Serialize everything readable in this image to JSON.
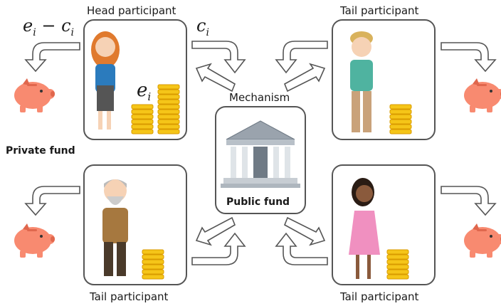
{
  "head": {
    "title": "Head participant",
    "endowment_label": "e",
    "endowment_sub": "i"
  },
  "contribution": {
    "label": "c",
    "sub": "i"
  },
  "private_flow": {
    "label": "e",
    "sub1": "i",
    "op": "−",
    "label2": "c",
    "sub2": "i"
  },
  "private_fund_label": "Private fund",
  "mechanism": {
    "title": "Mechanism",
    "fund_label": "Public fund"
  },
  "tails": [
    {
      "title": "Tail  participant"
    },
    {
      "title": "Tail  participant"
    },
    {
      "title": "Tail  participant"
    }
  ],
  "colors": {
    "box_border": "#555555",
    "arrow_stroke": "#555555",
    "piggy": "#f88a70",
    "coin": "#f5c518",
    "coin_edge": "#d99a00"
  }
}
